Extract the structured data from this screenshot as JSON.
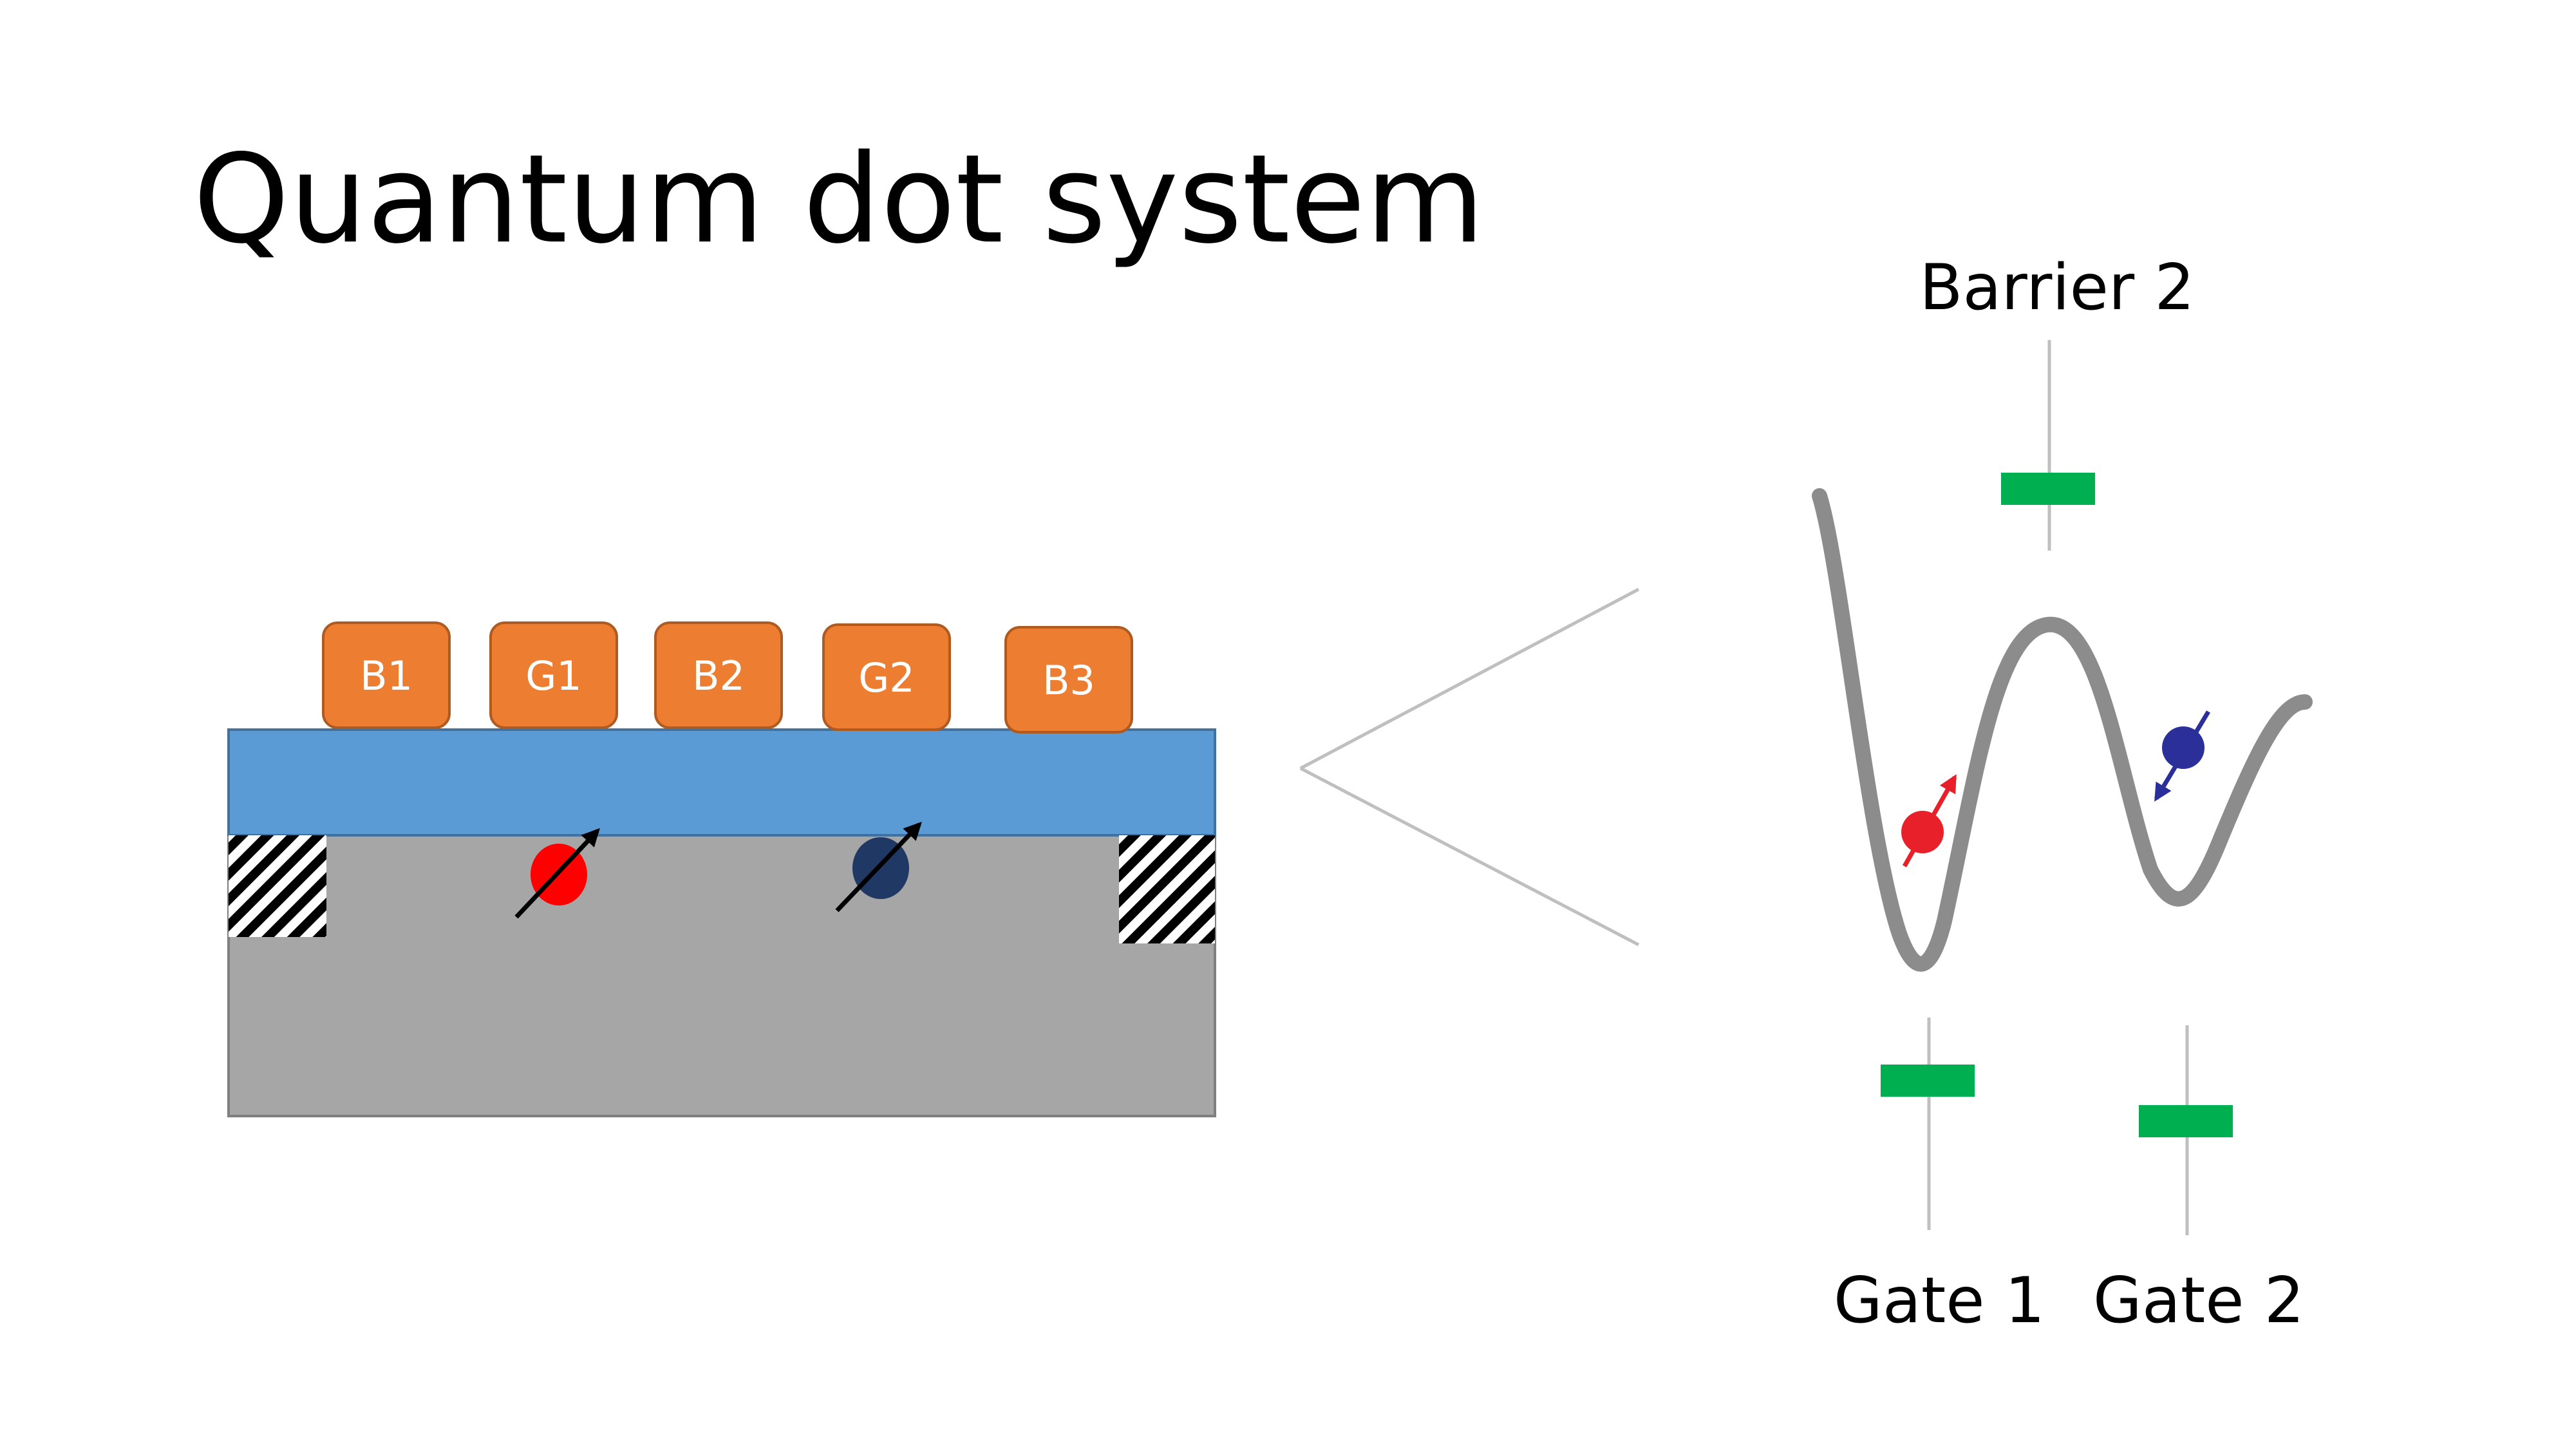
{
  "title": "Quantum dot system",
  "device": {
    "gates": [
      {
        "label": "B1",
        "role": "barrier"
      },
      {
        "label": "G1",
        "role": "plunger"
      },
      {
        "label": "B2",
        "role": "barrier"
      },
      {
        "label": "G2",
        "role": "plunger"
      },
      {
        "label": "B3",
        "role": "barrier"
      }
    ],
    "spins": [
      {
        "color": "#ff0000",
        "direction": "up"
      },
      {
        "color": "#1f3864",
        "direction": "up"
      }
    ]
  },
  "potential": {
    "barrier_label": "Barrier 2",
    "gate_labels": [
      "Gate 1",
      "Gate 2"
    ],
    "spins": [
      {
        "color": "#e8202a",
        "direction": "up"
      },
      {
        "color": "#2b2f9a",
        "direction": "down"
      }
    ]
  },
  "colors": {
    "gate_fill": "#ed7d31",
    "gate_border": "#ae5a21",
    "oxide": "#5b9bd5",
    "substrate": "#a6a6a6",
    "curve": "#8c8c8c",
    "marker": "#00b050",
    "zoom_lines": "#bfbfbf"
  }
}
